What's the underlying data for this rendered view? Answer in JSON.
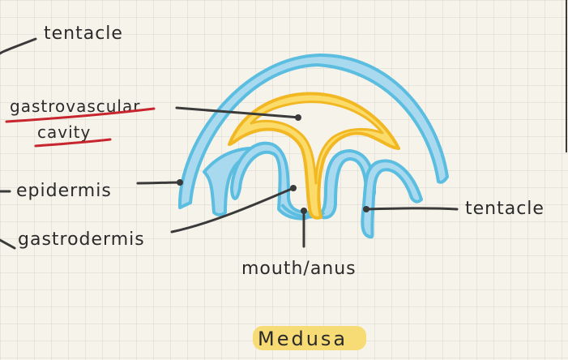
{
  "labels": {
    "tentacle_top": "tentacle",
    "gastrovascular_line1": "gastrovascular",
    "gastrovascular_line2": "cavity",
    "epidermis": "epidermis",
    "gastrodermis": "gastrodermis",
    "tentacle_right": "tentacle",
    "mouth_anus": "mouth/anus",
    "title": "Medusa"
  },
  "colors": {
    "paper": "#f6f3ea",
    "grid": "#d8d6cf",
    "epidermis": "#5bbde0",
    "epidermis_fill": "#a9d9ee",
    "gastrodermis": "#f2b823",
    "gastrodermis_fill": "#fbdc6a",
    "ink": "#3a3a3a",
    "underline_red": "#c8262f",
    "highlight": "#f7dc76"
  }
}
